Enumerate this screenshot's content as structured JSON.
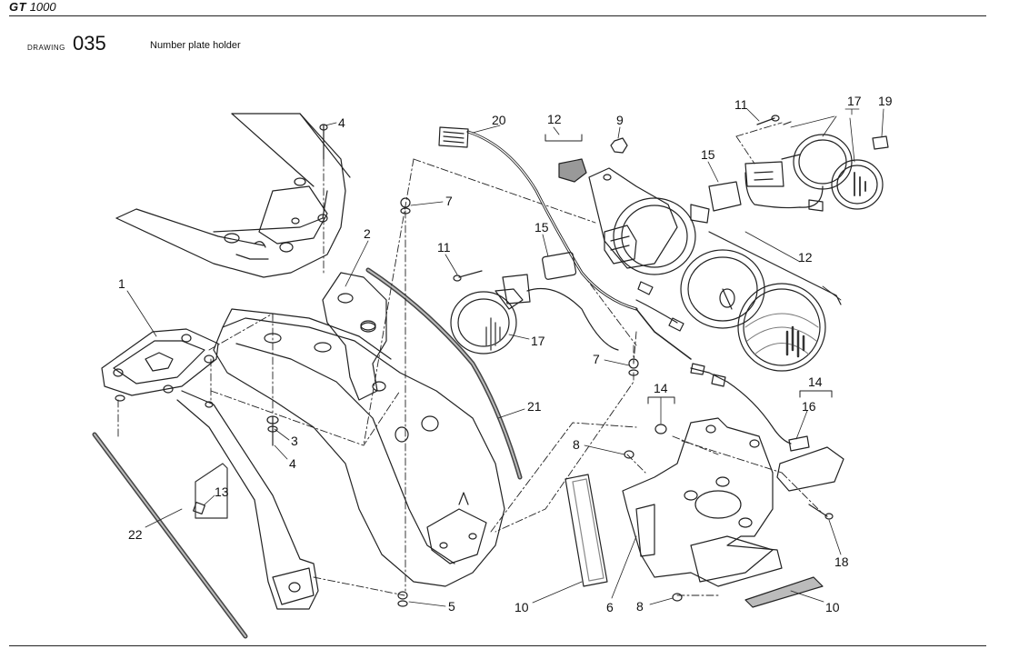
{
  "header": {
    "model_bold": "GT",
    "model_number": "1000",
    "drawing_label": "DRAWING",
    "drawing_number": "035",
    "drawing_title": "Number plate holder"
  },
  "callouts": [
    {
      "id": "c1",
      "label": "1"
    },
    {
      "id": "c2",
      "label": "2"
    },
    {
      "id": "c3",
      "label": "3"
    },
    {
      "id": "c4a",
      "label": "4"
    },
    {
      "id": "c4b",
      "label": "4"
    },
    {
      "id": "c5",
      "label": "5"
    },
    {
      "id": "c6",
      "label": "6"
    },
    {
      "id": "c7a",
      "label": "7"
    },
    {
      "id": "c7b",
      "label": "7"
    },
    {
      "id": "c8a",
      "label": "8"
    },
    {
      "id": "c8b",
      "label": "8"
    },
    {
      "id": "c9",
      "label": "9"
    },
    {
      "id": "c10a",
      "label": "10"
    },
    {
      "id": "c10b",
      "label": "10"
    },
    {
      "id": "c11a",
      "label": "11"
    },
    {
      "id": "c11b",
      "label": "11"
    },
    {
      "id": "c12a",
      "label": "12"
    },
    {
      "id": "c12b",
      "label": "12"
    },
    {
      "id": "c13",
      "label": "13"
    },
    {
      "id": "c14a",
      "label": "14"
    },
    {
      "id": "c14b",
      "label": "14"
    },
    {
      "id": "c15a",
      "label": "15"
    },
    {
      "id": "c15b",
      "label": "15"
    },
    {
      "id": "c16",
      "label": "16"
    },
    {
      "id": "c17a",
      "label": "17"
    },
    {
      "id": "c17b",
      "label": "17"
    },
    {
      "id": "c18",
      "label": "18"
    },
    {
      "id": "c19",
      "label": "19"
    },
    {
      "id": "c20",
      "label": "20"
    },
    {
      "id": "c21",
      "label": "21"
    },
    {
      "id": "c22",
      "label": "22"
    }
  ]
}
